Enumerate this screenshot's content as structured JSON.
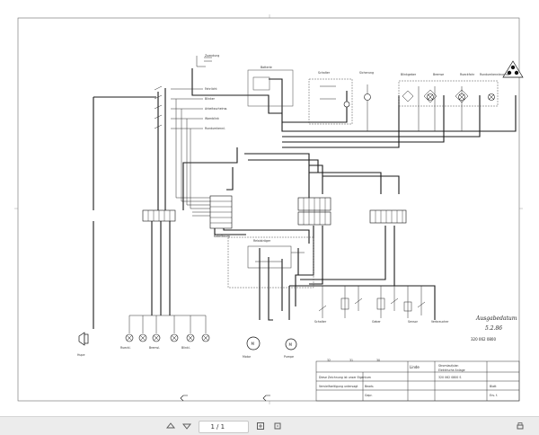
{
  "document": {
    "labels": {
      "hupe": "Hupe",
      "relaistraeger": "Relaisträger",
      "kabelbaum": "Kabelbaum",
      "ausgabedatum": "Ausgabedatum",
      "date_stamp": "5.2.86",
      "part_number": "320 062 0800",
      "title_block_name": "Linde",
      "title_line_1": "Stromlaufplan",
      "title_line_2": "Elektrische Anlage",
      "drawing_number": "320 062 0800 S",
      "bottom_code_left": "32",
      "bottom_code_mid": "31",
      "bottom_code_right": "30"
    }
  },
  "toolbar": {
    "page_current": "1",
    "page_total": "/ 1",
    "icons": [
      "chevron-left-icon",
      "chevron-right-icon",
      "page-up-icon",
      "page-down-icon",
      "fit-page-icon",
      "print-icon"
    ]
  }
}
